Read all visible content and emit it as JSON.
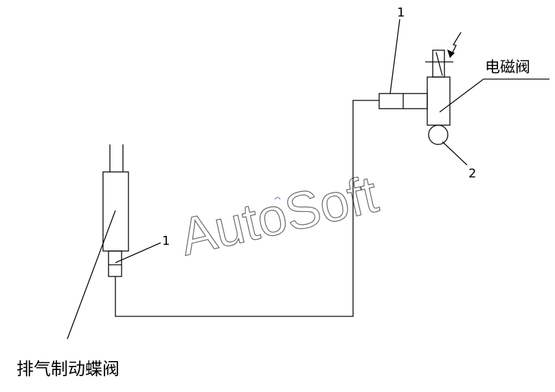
{
  "labels": {
    "part1_upper": "1",
    "part1_lower": "1",
    "part2": "2",
    "solenoid_valve": "电磁阀",
    "exhaust_brake_butterfly_valve": "排气制动蝶阀"
  },
  "watermark": "AutoSoft",
  "colors": {
    "line": "#000000",
    "watermark": "#666666",
    "background": "#ffffff"
  }
}
